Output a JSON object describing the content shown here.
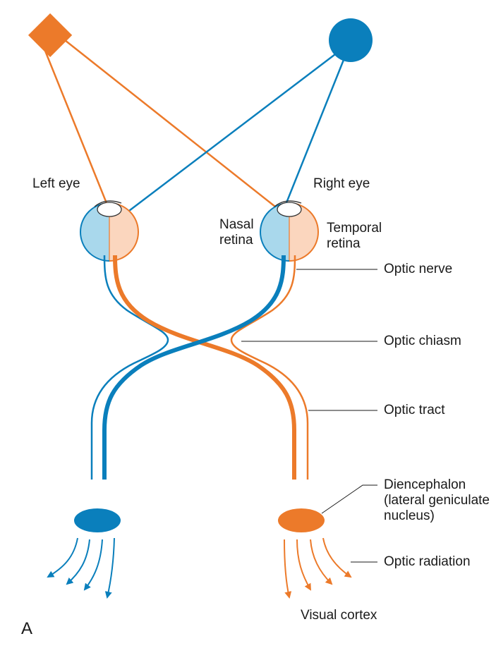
{
  "colors": {
    "blue": "#0a7fbc",
    "orange": "#ec7a2a",
    "blue_light": "#a9d8ec",
    "orange_light": "#fbd6be",
    "pointer": "#1a1a1a"
  },
  "labels": {
    "left_eye": "Left eye",
    "right_eye": "Right eye",
    "nasal_retina": [
      "Nasal",
      "retina"
    ],
    "temporal_retina": [
      "Temporal",
      "retina"
    ],
    "optic_nerve": "Optic nerve",
    "optic_chiasm": "Optic chiasm",
    "optic_tract": "Optic tract",
    "diencephalon": [
      "Diencephalon",
      "(lateral geniculate",
      "nucleus)"
    ],
    "optic_radiation": "Optic radiation",
    "visual_cortex": "Visual cortex",
    "panel_letter": "A"
  },
  "icons": {
    "left_object": "orange-diamond-icon",
    "right_object": "blue-circle-icon"
  }
}
